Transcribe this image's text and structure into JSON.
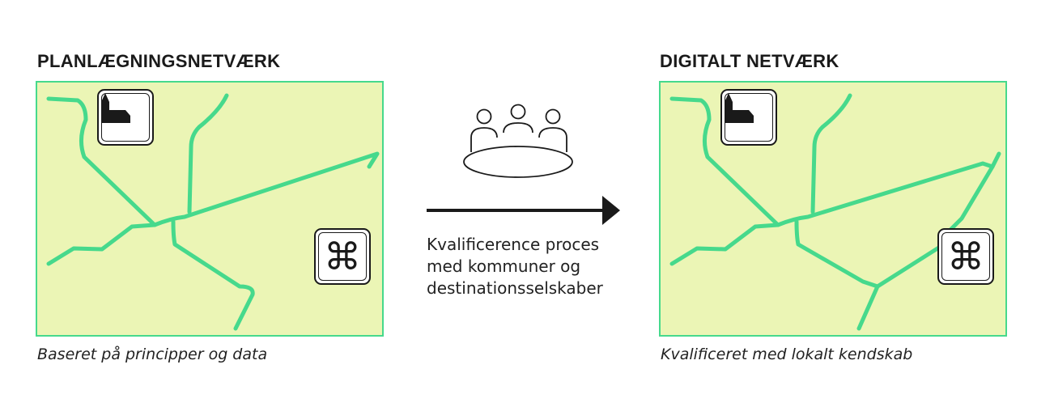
{
  "left_panel": {
    "title": "PLANLÆGNINGSNETVÆRK",
    "caption": "Baseret på principper og data",
    "poi_icons": [
      "church-icon",
      "place-of-interest-icon"
    ]
  },
  "right_panel": {
    "title": "DIGITALT NETVÆRK",
    "caption": "Kvalificeret med lokalt kendskab",
    "poi_icons": [
      "church-icon",
      "place-of-interest-icon"
    ]
  },
  "process": {
    "lines": [
      "Kvalificerence proces",
      "med kommuner og",
      "destinationsselskaber"
    ],
    "icon": "meeting-table-icon",
    "arrow_icon": "arrow-right-icon"
  },
  "glyphs": {
    "place_of_interest": "⌘"
  },
  "colors": {
    "map_fill": "#ebf5b5",
    "route_green": "#46d98c",
    "ink": "#1a1a1a"
  }
}
